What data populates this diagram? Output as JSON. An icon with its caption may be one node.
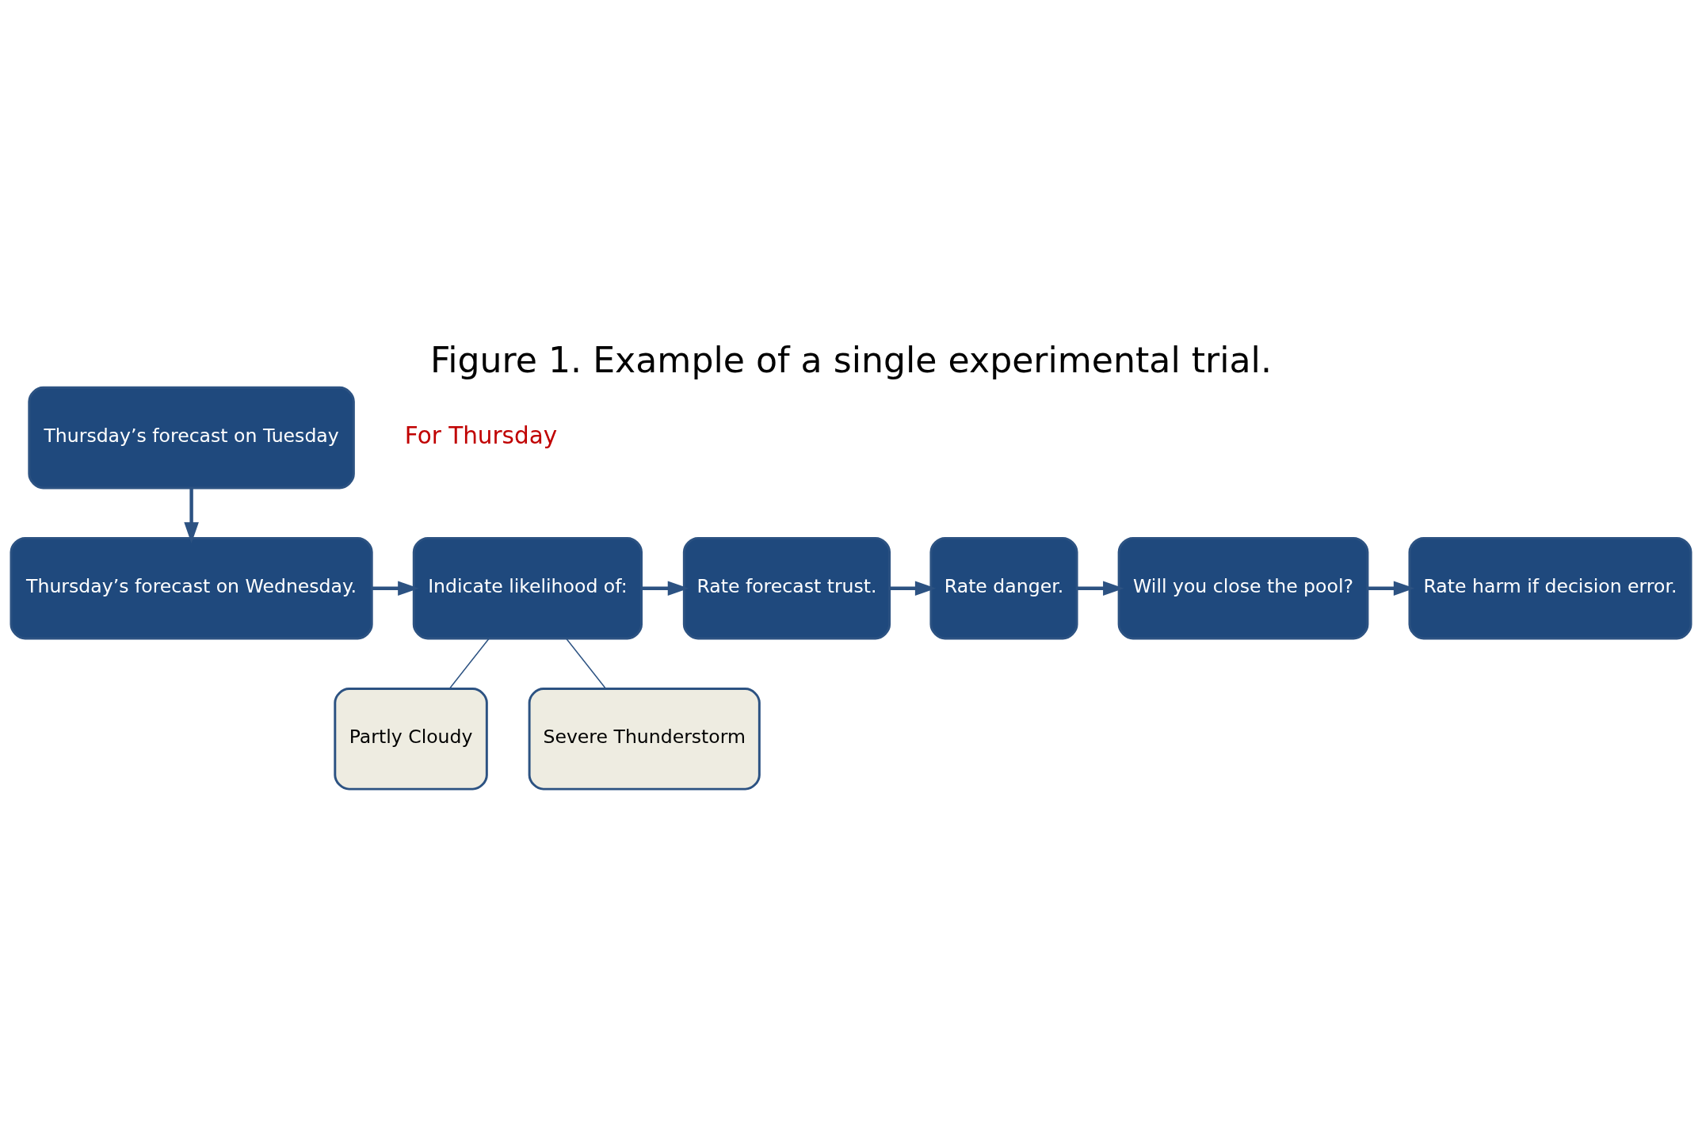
{
  "diagram": {
    "title": "Figure 1. Example of a single experimental trial.",
    "nodes": [
      {
        "text": [
          "Thursday’s forecast on Tuesday"
        ]
      },
      {
        "text": [
          "Thursday’s forecast on Wednesday."
        ]
      },
      {
        "text": [
          "Indicate likelihood of:"
        ]
      },
      {
        "text": [
          "Rate forecast trust."
        ]
      },
      {
        "text": [
          "Rate danger."
        ]
      },
      {
        "text": [
          "Will you close the pool?"
        ]
      },
      {
        "text": [
          "Rate harm if decision error."
        ]
      },
      {
        "text": [
          "Partly Cloudy"
        ]
      },
      {
        "text": [
          "Severe Thunderstorm"
        ]
      }
    ],
    "edges": [
      {
        "from": 0,
        "to": 1,
        "arrow": "to"
      },
      {
        "from": 1,
        "to": 2,
        "arrow": "to"
      },
      {
        "from": 2,
        "to": 3,
        "arrow": "to"
      },
      {
        "from": 3,
        "to": 4,
        "arrow": "to"
      },
      {
        "from": 4,
        "to": 5,
        "arrow": "to"
      },
      {
        "from": 5,
        "to": 6,
        "arrow": "to"
      },
      {
        "from": 2,
        "to": 7,
        "arrow": "none"
      },
      {
        "from": 2,
        "to": 8,
        "arrow": "none"
      }
    ],
    "labels": [
      "For Thursday"
    ]
  }
}
